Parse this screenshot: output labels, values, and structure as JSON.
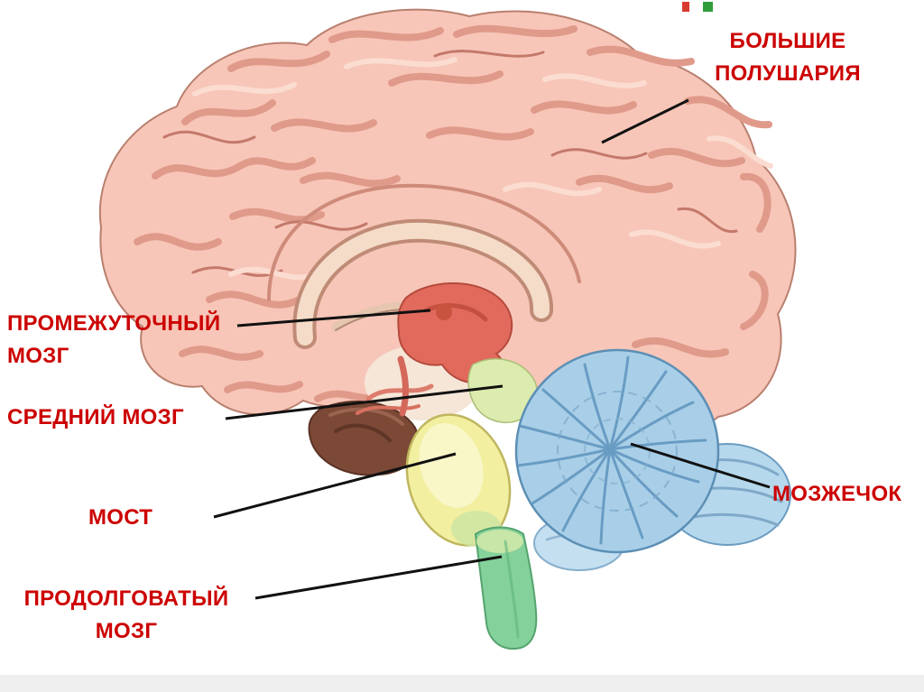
{
  "diagram": {
    "illustration": "brain-sagittal-section",
    "labels": {
      "cerebral_hemispheres": {
        "lines": [
          "БОЛЬШИЕ",
          "ПОЛУШАРИЯ"
        ]
      },
      "diencephalon": {
        "lines": [
          "ПРОМЕЖУТОЧНЫЙ",
          "МОЗГ"
        ]
      },
      "midbrain": {
        "lines": [
          "СРЕДНИЙ МОЗГ"
        ]
      },
      "pons": {
        "lines": [
          "МОСТ"
        ]
      },
      "medulla": {
        "lines": [
          "ПРОДОЛГОВАТЫЙ",
          "МОЗГ"
        ]
      },
      "cerebellum": {
        "lines": [
          "МОЗЖЕЧОК"
        ]
      }
    },
    "colors": {
      "label_text": "#cc0000",
      "leader_line": "#111111",
      "cerebrum": "#f7c6b8",
      "cerebrum_outline": "#b97f6e",
      "cerebellum": "#a9cfe8",
      "pons": "#f2efa0",
      "medulla": "#85d19b",
      "diencephalon": "#e16a5c",
      "temporal_underside": "#7c4936",
      "background": "#ffffff"
    }
  }
}
